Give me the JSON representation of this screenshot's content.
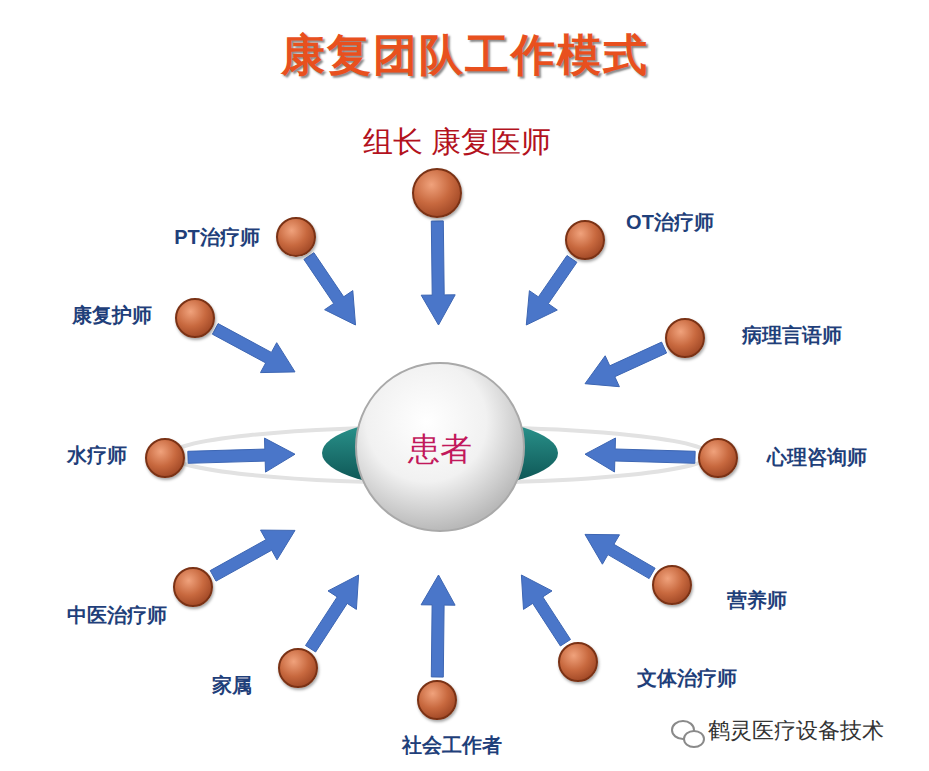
{
  "diagram": {
    "title": "康复团队工作模式",
    "nodes": [
      {
        "text": [
          "组长 康复医师"
        ]
      },
      {
        "text": [
          "PT治疗师"
        ]
      },
      {
        "text": [
          "OT治疗师"
        ]
      },
      {
        "text": [
          "康复护师"
        ]
      },
      {
        "text": [
          "病理言语师"
        ]
      },
      {
        "text": [
          "水疗师"
        ]
      },
      {
        "text": [
          "患者"
        ]
      },
      {
        "text": [
          "心理咨询师"
        ]
      },
      {
        "text": [
          "中医治疗师"
        ]
      },
      {
        "text": [
          "营养师"
        ]
      },
      {
        "text": [
          "家属"
        ]
      },
      {
        "text": [
          "文体治疗师"
        ]
      },
      {
        "text": [
          "社会工作者"
        ]
      }
    ],
    "edges": [
      {
        "from": 0,
        "to": 6,
        "arrow": "to"
      },
      {
        "from": 1,
        "to": 6,
        "arrow": "to"
      },
      {
        "from": 2,
        "to": 6,
        "arrow": "to"
      },
      {
        "from": 3,
        "to": 6,
        "arrow": "to"
      },
      {
        "from": 4,
        "to": 6,
        "arrow": "to"
      },
      {
        "from": 5,
        "to": 6,
        "arrow": "to"
      },
      {
        "from": 7,
        "to": 6,
        "arrow": "to"
      },
      {
        "from": 8,
        "to": 6,
        "arrow": "to"
      },
      {
        "from": 9,
        "to": 6,
        "arrow": "to"
      },
      {
        "from": 10,
        "to": 6,
        "arrow": "to"
      },
      {
        "from": 11,
        "to": 6,
        "arrow": "to"
      },
      {
        "from": 12,
        "to": 6,
        "arrow": "to"
      }
    ],
    "labels": [
      "鹤灵医疗设备技术"
    ]
  }
}
